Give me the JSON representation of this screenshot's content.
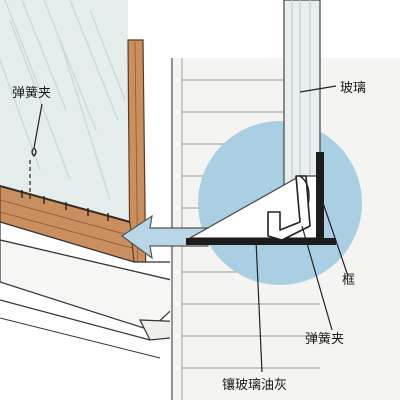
{
  "labels": {
    "spring_clip_left": "弹簧夹",
    "glass": "玻璃",
    "frame": "框",
    "spring_clip_right": "弹簧夹",
    "glazing_putty": "镶玻璃油灰"
  },
  "colors": {
    "circle_fill": "#aacfe2",
    "arrow_fill": "#b9d6e6",
    "wood": "#c98f5f",
    "glass": "#e4ecec",
    "frame_metal": "#1c1c1c",
    "siding": "#f4f4f2"
  }
}
